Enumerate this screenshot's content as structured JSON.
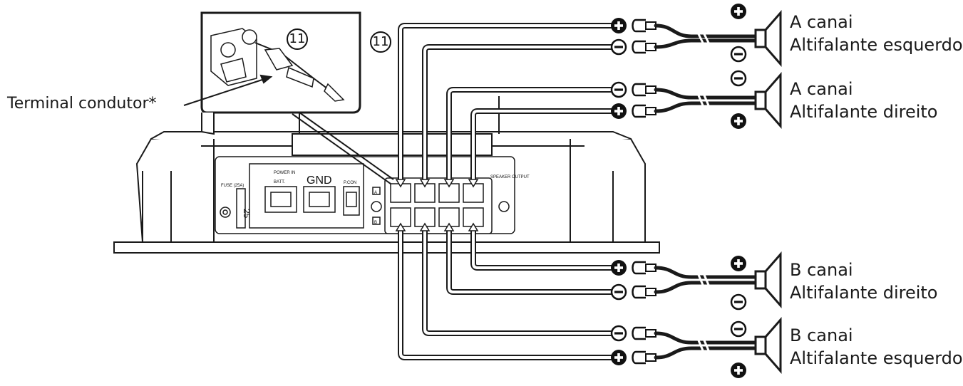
{
  "callout": {
    "terminal_label": "Terminal condutor*",
    "ref_number": "11"
  },
  "ref_number_main": "11",
  "amp": {
    "fuse_label": "FUSE (25A)",
    "fuse_value": "25",
    "power_in_label": "POWER IN",
    "batt_label": "BATT.",
    "gnd_label": "GND",
    "pcon_label": "P.CON",
    "speaker_output_label": "SPEAKER OUTPUT",
    "ch_a": "A",
    "ch_b": "B"
  },
  "speakers": [
    {
      "id": "a-left",
      "line1": "A canai",
      "line2": "Altifalante esquerdo"
    },
    {
      "id": "a-right",
      "line1": "A canai",
      "line2": "Altifalante direito"
    },
    {
      "id": "b-right",
      "line1": "B canai",
      "line2": "Altifalante direito"
    },
    {
      "id": "b-left",
      "line1": "B canai",
      "line2": "Altifalante esquerdo"
    }
  ],
  "colors": {
    "line": "#1a1a1a",
    "wire_fill": "#ffffff",
    "amp_shade": "#e8e8e8"
  }
}
